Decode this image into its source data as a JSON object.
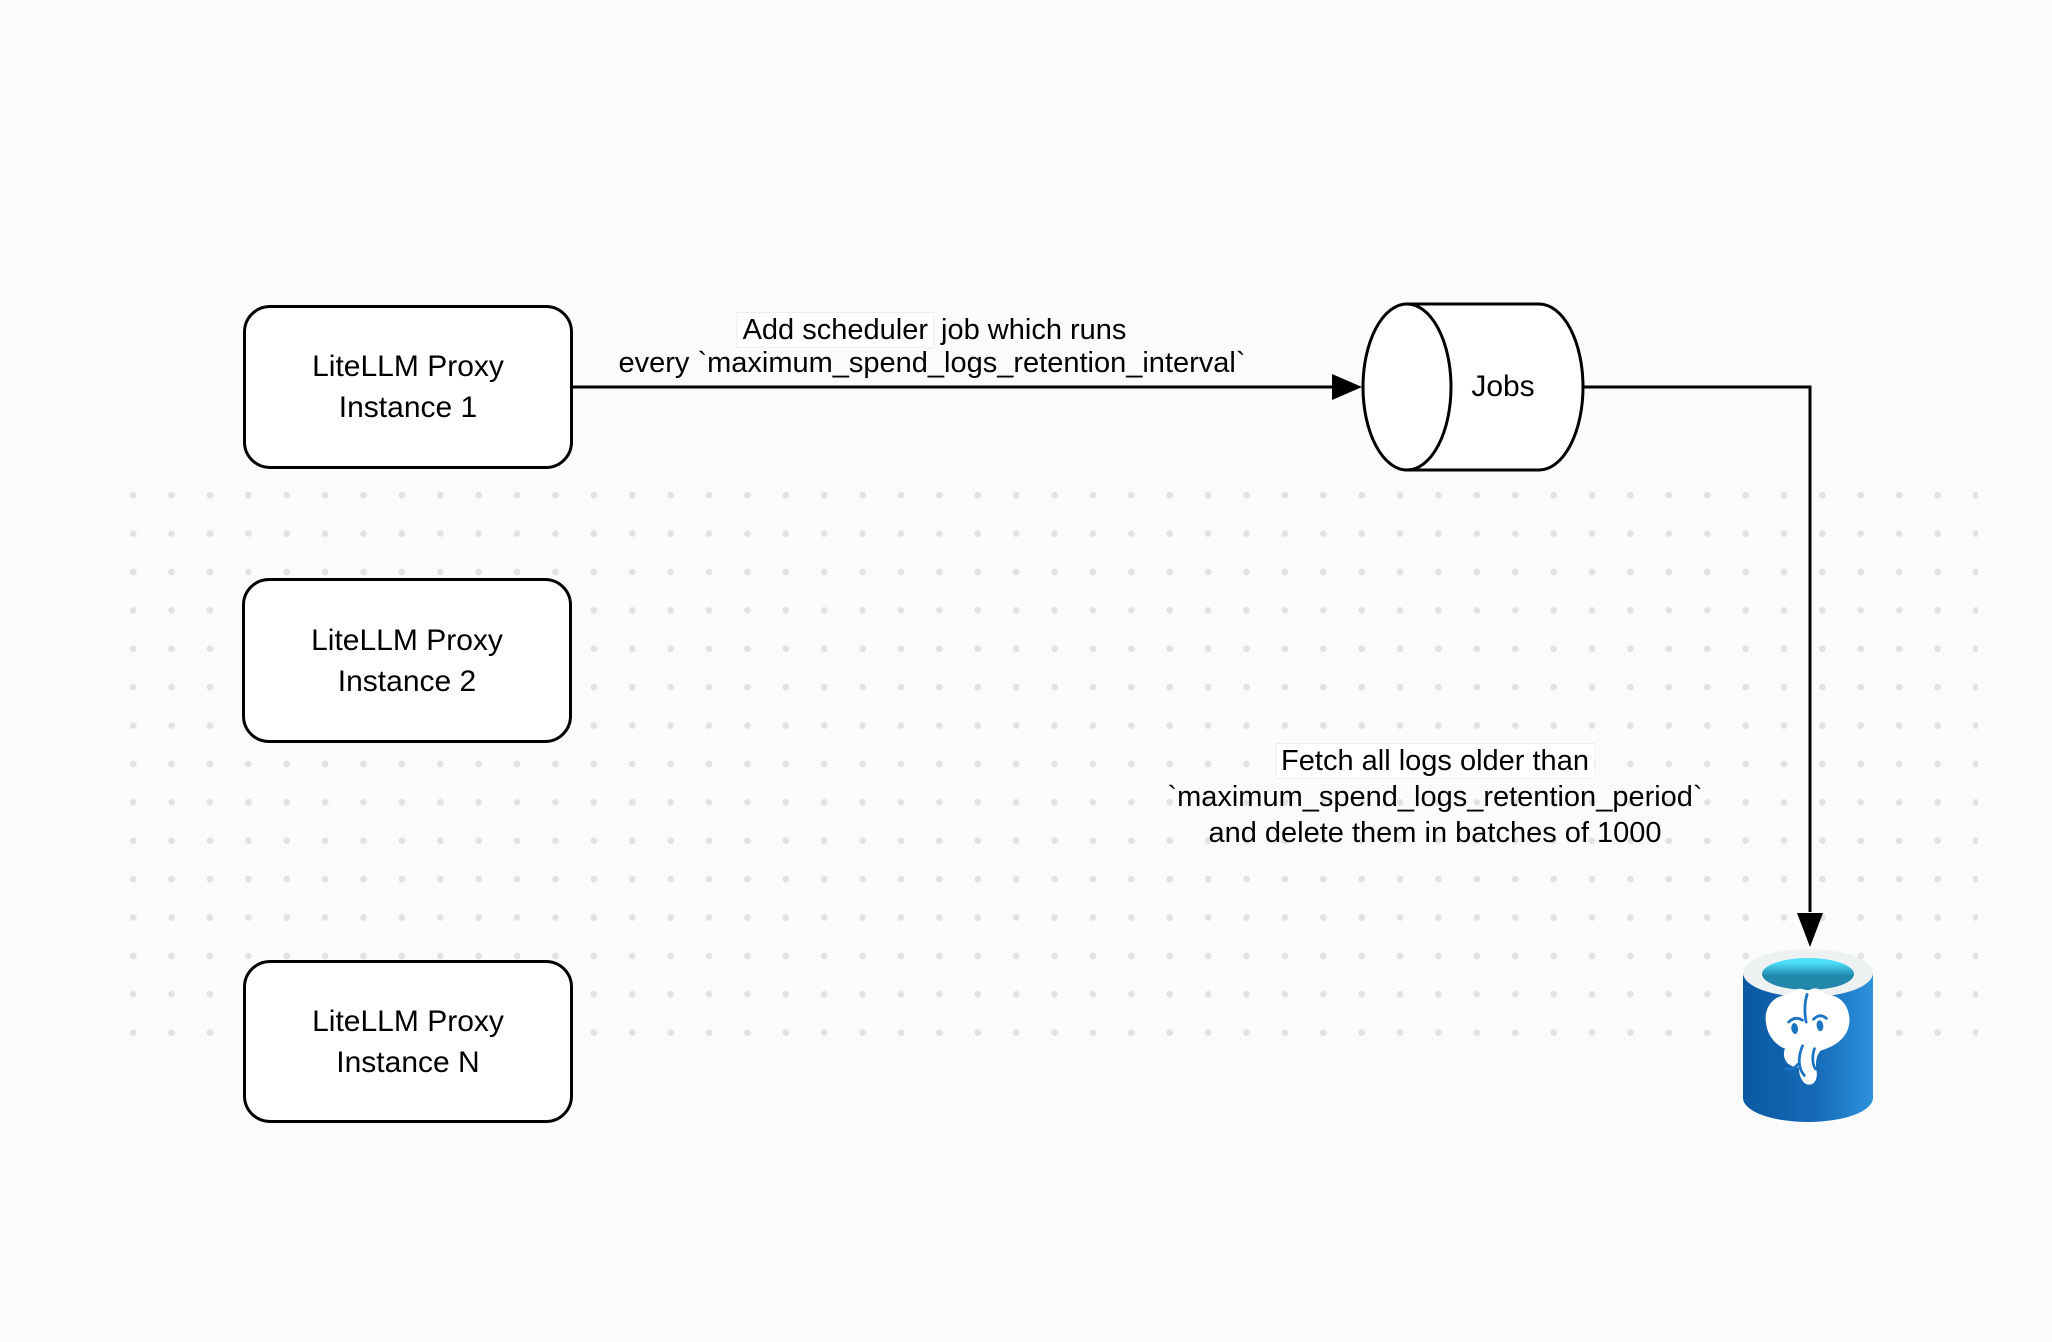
{
  "diagram": {
    "nodes": {
      "proxy1": {
        "title": "LiteLLM Proxy",
        "subtitle": "Instance 1"
      },
      "proxy2": {
        "title": "LiteLLM Proxy",
        "subtitle": "Instance 2"
      },
      "proxyN": {
        "title": "LiteLLM Proxy",
        "subtitle": "Instance N"
      },
      "jobs_store": {
        "label": "Jobs"
      }
    },
    "edge_labels": {
      "scheduler": {
        "highlighted": "Add scheduler",
        "tail": " job which runs",
        "line2": "every `maximum_spend_logs_retention_interval`"
      },
      "cleanup": {
        "line1": "Fetch all logs older than",
        "line2": "`maximum_spend_logs_retention_period`",
        "line3": "and delete them in batches of 1000"
      }
    },
    "colors": {
      "stroke": "#000000",
      "node_fill": "#ffffff",
      "background": "#fbfbfb",
      "grid_dot": "#e2e2e2",
      "db_body_left": "#0b59a2",
      "db_body_mid": "#1569b6",
      "db_body_right": "#2e93dd",
      "db_rim": "#eef1f2",
      "db_water_top": "#4ddff8",
      "db_water_bottom": "#2187ab",
      "db_detail_blue": "#1a74c4"
    }
  }
}
